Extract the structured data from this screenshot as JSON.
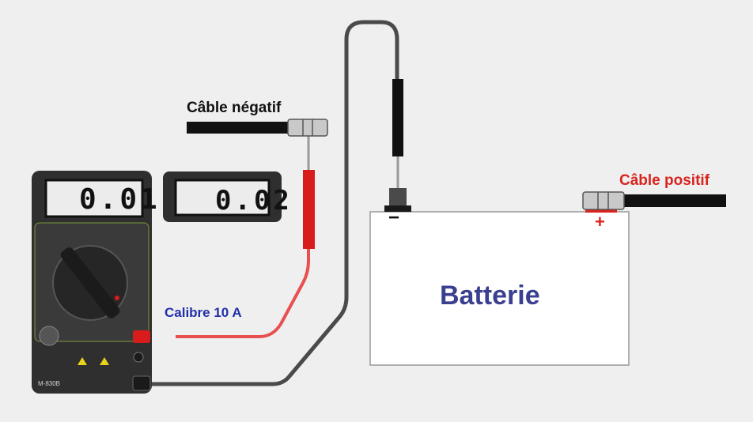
{
  "labels": {
    "negative_cable": "Câble négatif",
    "positive_cable": "Câble positif",
    "calibre": "Calibre 10 A",
    "battery": "Batterie",
    "minus": "−",
    "plus": "+"
  },
  "multimeter": {
    "reading": "0.01",
    "model": "M-830B"
  },
  "display_2": {
    "reading": "0.02"
  },
  "colors": {
    "background": "#efefef",
    "lead_red": "#e84f4f",
    "lead_gray": "#4a4a4a",
    "positive_label": "#d8241f",
    "calibre_label": "#2230a8",
    "battery_label": "#3a3f8f"
  }
}
